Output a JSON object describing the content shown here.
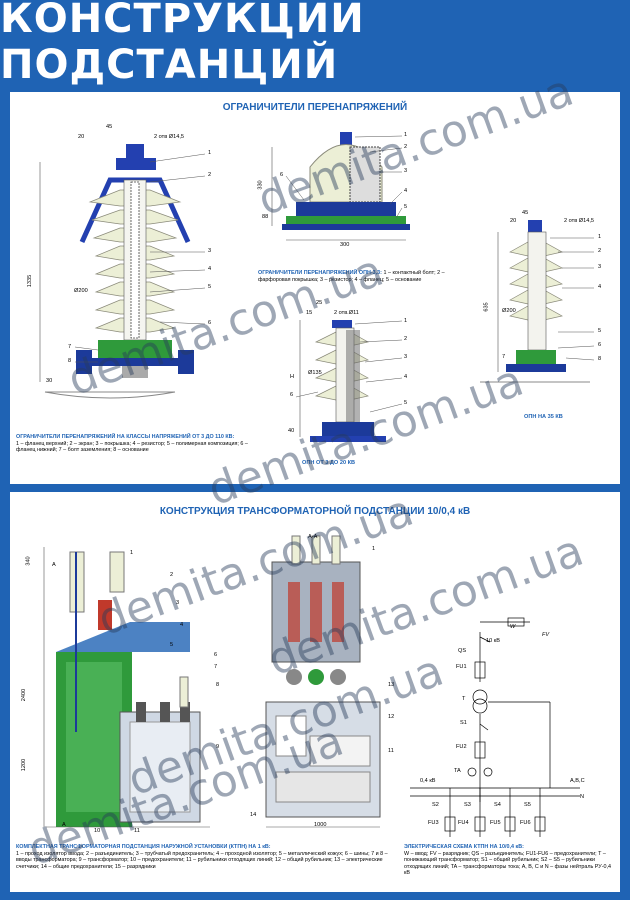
{
  "title": "КОНСТРУКЦИИ ПОДСТАНЦИЙ",
  "section1": {
    "title": "ОГРАНИЧИТЕЛИ ПЕРЕНАПРЯЖЕНИЙ",
    "fig_a": {
      "dims": [
        "45",
        "20",
        "2 отв Ø14,5",
        "1335",
        "Ø200",
        "30"
      ],
      "numbers": [
        "1",
        "2",
        "3",
        "4",
        "5",
        "6",
        "7",
        "8"
      ]
    },
    "fig_b": {
      "dims": [
        "330",
        "88",
        "300"
      ],
      "numbers": [
        "1",
        "2",
        "3",
        "4",
        "5",
        "6"
      ],
      "caption_title": "ОГРАНИЧИТЕЛИ ПЕРЕНАПРЯЖЕНИЙ ОПН-3,3:",
      "caption_text": "1 – контактный болт; 2 – фарфоровая покрышка; 3 – резистор; 4 – фланец; 5 – основание"
    },
    "fig_c": {
      "dims": [
        "25",
        "15",
        "2 отв.Ø11",
        "H",
        "Ø135",
        "40"
      ],
      "numbers": [
        "1",
        "2",
        "3",
        "4",
        "5",
        "6"
      ],
      "label": "ОПН ОТ 3 ДО 20 КВ"
    },
    "fig_d": {
      "dims": [
        "45",
        "20",
        "2 отв Ø14,5",
        "635",
        "Ø200"
      ],
      "numbers": [
        "1",
        "2",
        "3",
        "4",
        "5",
        "6",
        "7",
        "8"
      ],
      "label": "ОПН НА 35 КВ"
    },
    "caption_title": "ОГРАНИЧИТЕЛИ ПЕРЕНАПРЯЖЕНИЙ НА КЛАССЫ НАПРЯЖЕНИЙ ОТ 3 ДО 110 КВ:",
    "caption_text": "1 – фланец верхний; 2 – экран; 3 – покрышка; 4 – резистор; 5 – полимерная композиция; 6 – фланец нижний; 7 – болт заземления; 8 – основание"
  },
  "section2": {
    "title": "КОНСТРУКЦИЯ ТРАНСФОРМАТОРНОЙ ПОДСТАНЦИИ 10/0,4 кВ",
    "fig_left": {
      "dims": [
        "340",
        "2400",
        "1200"
      ],
      "letters": [
        "A",
        "A"
      ],
      "numbers": [
        "1",
        "2",
        "3",
        "4",
        "5",
        "6",
        "7",
        "8",
        "9",
        "10",
        "11"
      ]
    },
    "fig_mid": {
      "header": "A-A",
      "dims": [
        "1000"
      ],
      "numbers": [
        "1",
        "12",
        "13",
        "14",
        "11"
      ]
    },
    "schema": {
      "labels": {
        "w": "W",
        "fv": "FV",
        "v10": "10 кВ",
        "qs": "QS",
        "fu1": "FU1",
        "t": "T",
        "s1": "S1",
        "fu2": "FU2",
        "ta": "TA",
        "v04": "0,4 кВ",
        "abc": "A,B,C",
        "n": "N",
        "s2": "S2",
        "s3": "S3",
        "s4": "S4",
        "s5": "S5",
        "fu3": "FU3",
        "fu4": "FU4",
        "fu5": "FU5",
        "fu6": "FU6"
      },
      "caption_title": "ЭЛЕКТРИЧЕСКАЯ СХЕМА КТПН НА 10/0,4 кВ:",
      "caption_text": "W – ввод; FV – разрядник; QS – разъединитель; FU1-FU6 – предохранители; T – понижающий трансформатор; S1 – общий рубильник; S2 – S5 – рубильники отходящих линий; TA – трансформаторы тока; A, B, C и N – фазы нейтраль РУ-0,4 кВ"
    },
    "caption_title": "КОМПЛЕКТНАЯ ТРАНСФОРМАТОРНАЯ ПОДСТАНЦИЯ НАРУЖНОЙ УСТАНОВКИ (КТПН) НА 1 кВ:",
    "caption_text": "1 – проход изолятор ввода; 2 – разъединитель; 3 – трубчатый предохранитель; 4 – проходной изолятор; 5 – металлический кожух; 6 – шины; 7 и 8 – вводы трансформатора; 9 – трансформатор; 10 – предохранители; 11 – рубильники отходящих линий; 12 – общий рубильник; 13 – электрические счетчики; 14 – общие предохранители; 15 – разрядники"
  },
  "watermark": "demita.com.ua",
  "colors": {
    "brand_blue": "#1f63b4",
    "insulator": "#ecefd6",
    "green": "#2f9a3b",
    "dark_blue": "#1c3a9a"
  }
}
